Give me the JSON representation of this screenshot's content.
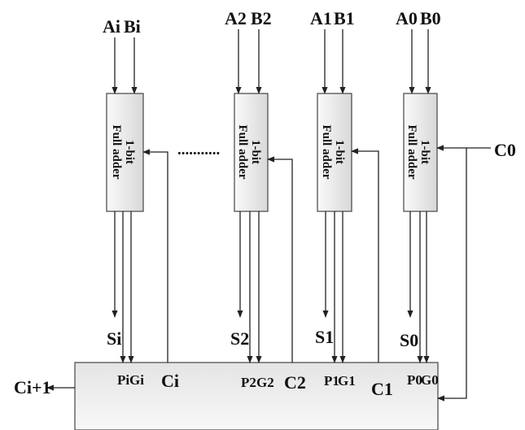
{
  "adders": [
    {
      "id": "i",
      "a": "Ai",
      "b": "Bi",
      "label_top": "1-bit",
      "label_bottom": "Full adder",
      "s": "Si",
      "p": "Pi",
      "g": "Gi",
      "c": "Ci"
    },
    {
      "id": "2",
      "a": "A2",
      "b": "B2",
      "label_top": "1-bit",
      "label_bottom": "Full adder",
      "s": "S2",
      "p": "P2",
      "g": "G2",
      "c": "C2"
    },
    {
      "id": "1",
      "a": "A1",
      "b": "B1",
      "label_top": "1-bit",
      "label_bottom": "Full adder",
      "s": "S1",
      "p": "P1",
      "g": "G1",
      "c": "C1"
    },
    {
      "id": "0",
      "a": "A0",
      "b": "B0",
      "label_top": "1-bit",
      "label_bottom": "Full adder",
      "s": "S0",
      "p": "P0",
      "g": "G0"
    }
  ],
  "carry_in": "C0",
  "carry_out": "Ci+1",
  "ellipsis": "..........."
}
